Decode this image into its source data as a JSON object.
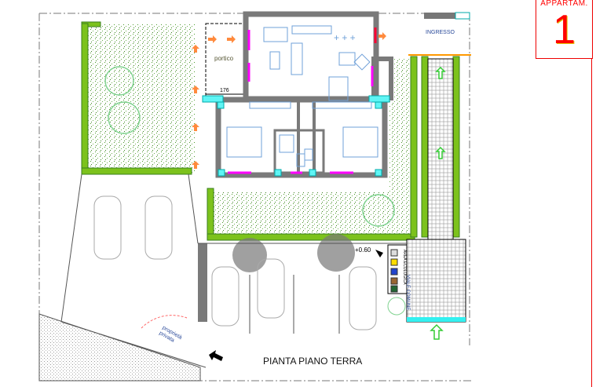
{
  "title_block": {
    "label": "APPARTAM.",
    "number": "1"
  },
  "plan": {
    "entrance_label": "INGRESSO",
    "portico_label": "portico",
    "portico_dimension": "176",
    "elevation_mark": "+0.60",
    "private_property_label_1": "proprietà",
    "private_property_label_2": "privata",
    "common_path_label": "VIALE COMUNE",
    "ecological_area_label": "AREA ECOLOGICA",
    "drawing_title": "PIANTA PIANO TERRA"
  },
  "colors": {
    "lawn": "#4c9a2a",
    "hedge": "#7cc21c",
    "wall": "#7a7a7a",
    "window": "#5ff5f5",
    "door": "#ff00ff",
    "furniture": "#6fa0d8",
    "accent": "#ff0000",
    "arrow": "#ff8a3d"
  }
}
